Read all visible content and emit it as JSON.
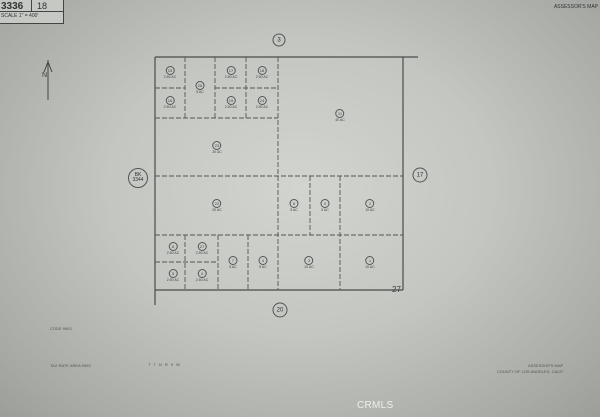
{
  "header": {
    "map_book": "3336",
    "page": "18",
    "scale": "SCALE 1\" = 400'"
  },
  "top_right_note": "ASSESSOR'S MAP",
  "north_label": "N",
  "adjacent_pages": {
    "top": "3",
    "right": "17",
    "bottom": "20",
    "left": "BK 3344"
  },
  "corner_label": "27",
  "parcels": [
    {
      "num": "15",
      "area": "2.50 AC"
    },
    {
      "num": "16",
      "area": "2.50 AC"
    },
    {
      "num": "26",
      "area": "5 AC"
    },
    {
      "num": "17",
      "area": "2.50 AC"
    },
    {
      "num": "18",
      "area": "2.50 AC"
    },
    {
      "num": "19",
      "area": "2.50 AC"
    },
    {
      "num": "24",
      "area": "2.50 AC"
    },
    {
      "num": "11",
      "area": "40 AC"
    },
    {
      "num": "23",
      "area": "20 AC"
    },
    {
      "num": "22",
      "area": "20 AC"
    },
    {
      "num": "8",
      "area": "5 AC"
    },
    {
      "num": "9",
      "area": "5 AC"
    },
    {
      "num": "2",
      "area": "10 AC"
    },
    {
      "num": "6",
      "area": "2.50 AC"
    },
    {
      "num": "27",
      "area": "2.50 AC"
    },
    {
      "num": "5",
      "area": "2.50 AC"
    },
    {
      "num": "4",
      "area": "2.50 AC"
    },
    {
      "num": "7",
      "area": "5 AC"
    },
    {
      "num": "4",
      "area": "5 AC"
    },
    {
      "num": "3",
      "area": "10 AC"
    },
    {
      "num": "1",
      "area": "10 AC"
    }
  ],
  "footer": {
    "code_note": "CODE 9903",
    "tract_note": "TAX RATE AREA 9903",
    "township": "T 7 N R 9 W",
    "assessor": "ASSESSOR'S MAP",
    "county": "COUNTY OF LOS ANGELES, CALIF."
  },
  "watermark": "CRMLS"
}
